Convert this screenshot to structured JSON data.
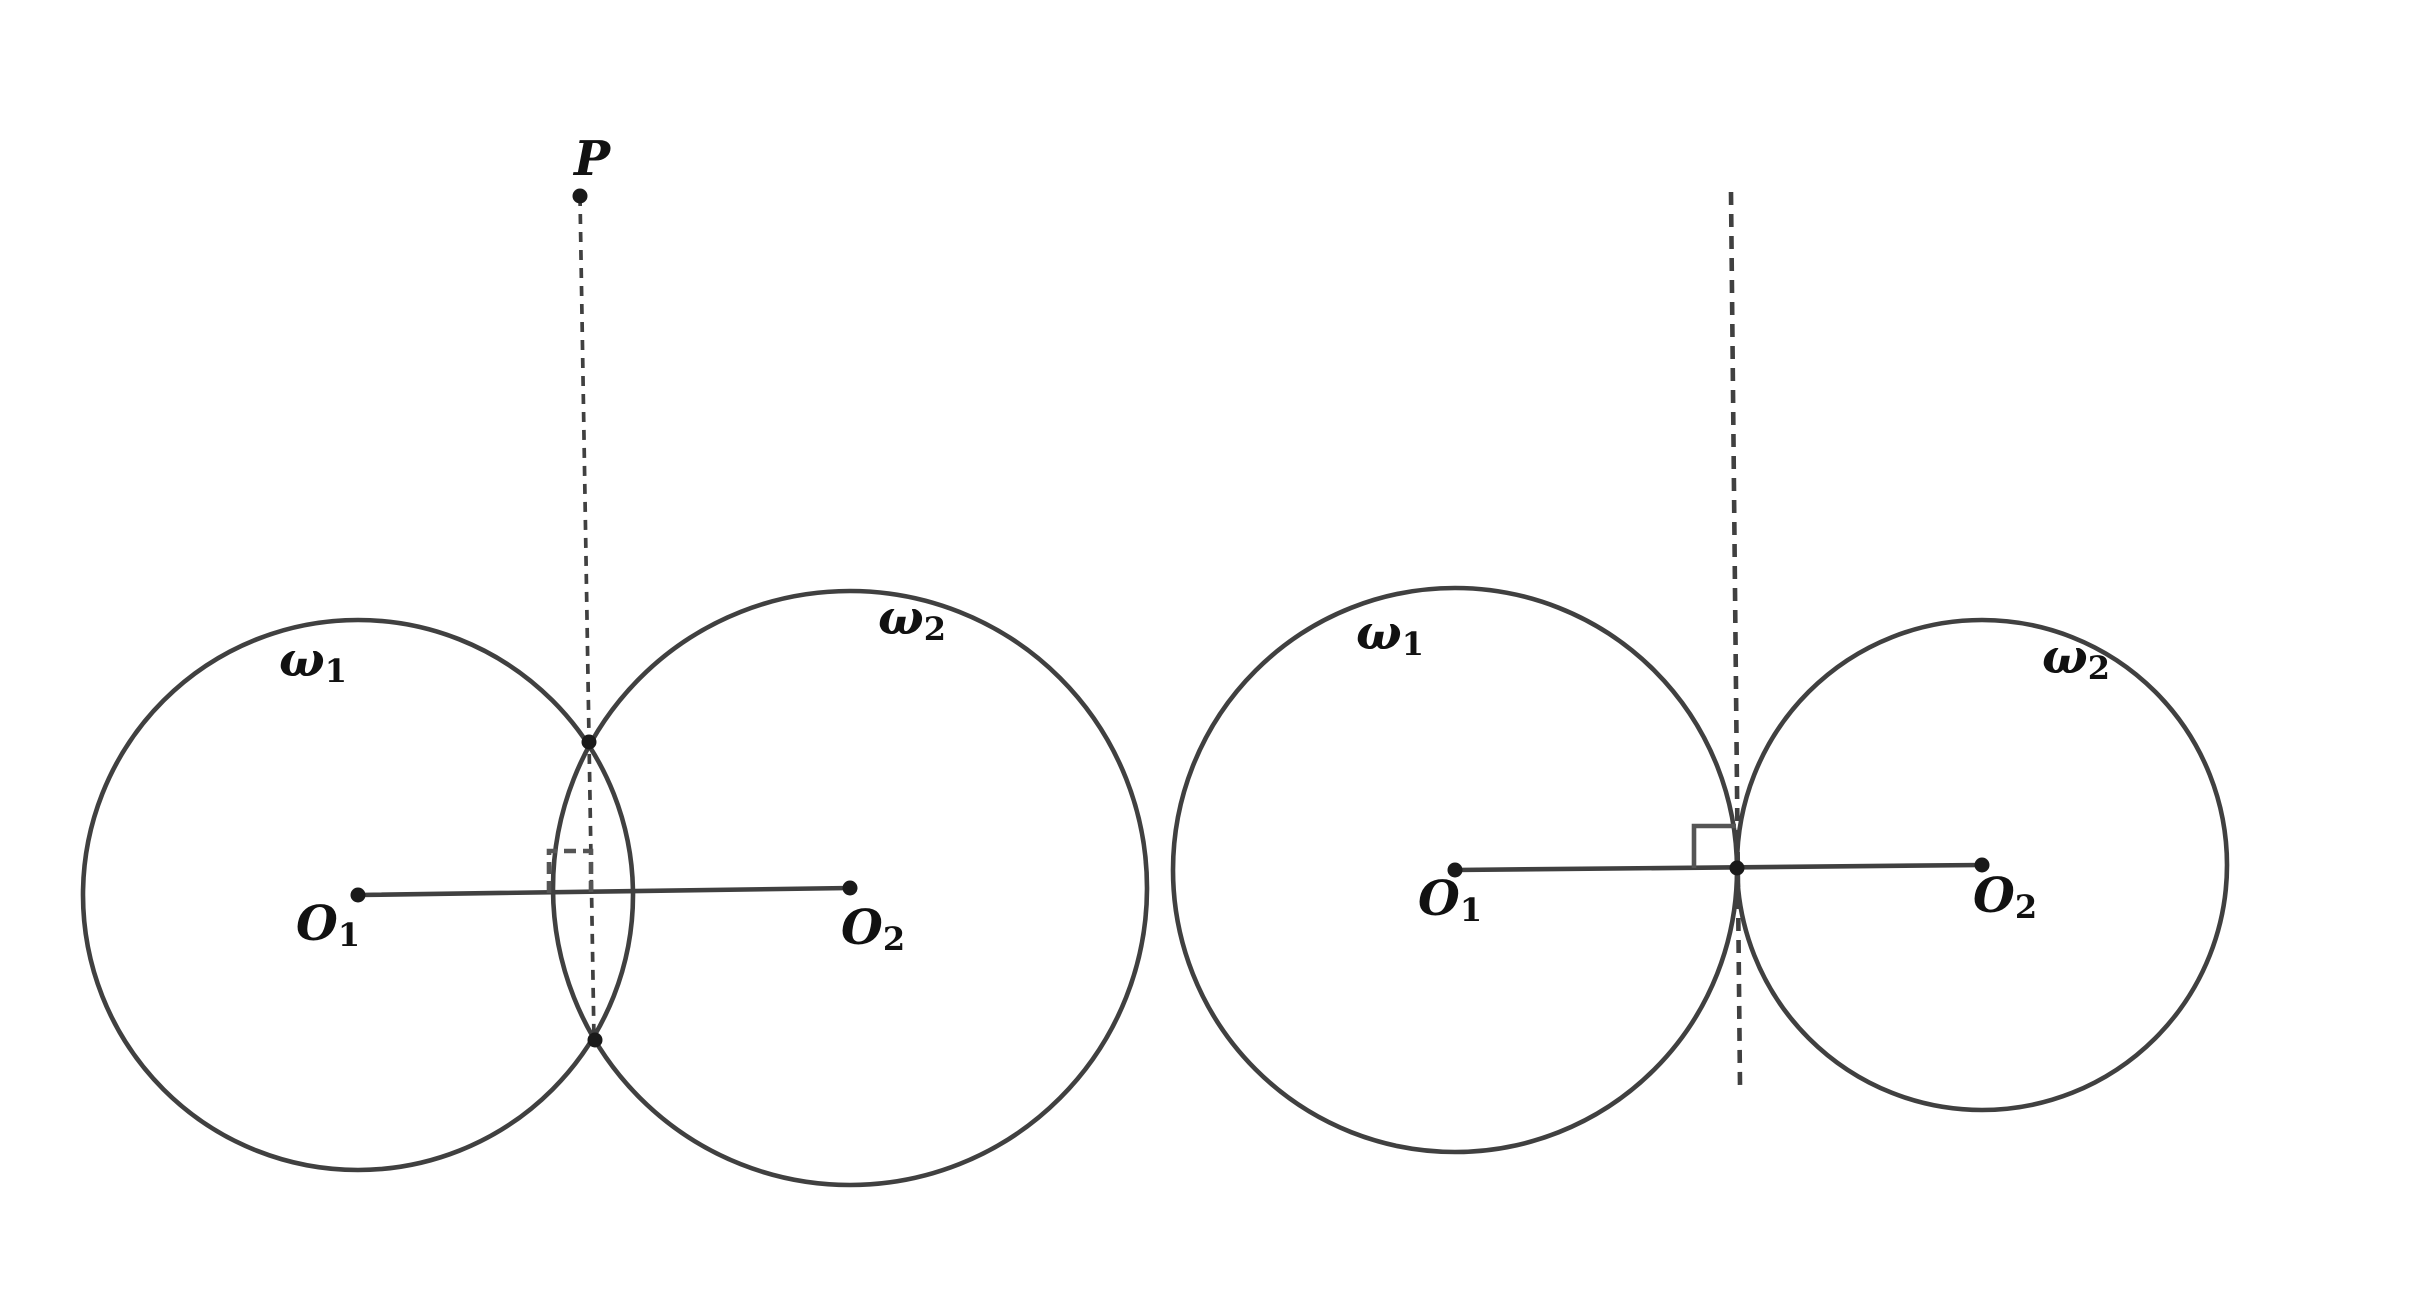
{
  "figures": [
    {
      "id": "intersecting",
      "circle_labels": [
        {
          "greek": "ω",
          "sub": "1"
        },
        {
          "greek": "ω",
          "sub": "2"
        }
      ],
      "center_labels": [
        {
          "letter": "O",
          "sub": "1"
        },
        {
          "letter": "O",
          "sub": "2"
        }
      ],
      "point_label": "P"
    },
    {
      "id": "tangent",
      "circle_labels": [
        {
          "greek": "ω",
          "sub": "1"
        },
        {
          "greek": "ω",
          "sub": "2"
        }
      ],
      "center_labels": [
        {
          "letter": "O",
          "sub": "1"
        },
        {
          "letter": "O",
          "sub": "2"
        }
      ]
    }
  ],
  "colors": {
    "stroke": "#404040",
    "point": "#1a1a1a",
    "background": "#ffffff"
  }
}
